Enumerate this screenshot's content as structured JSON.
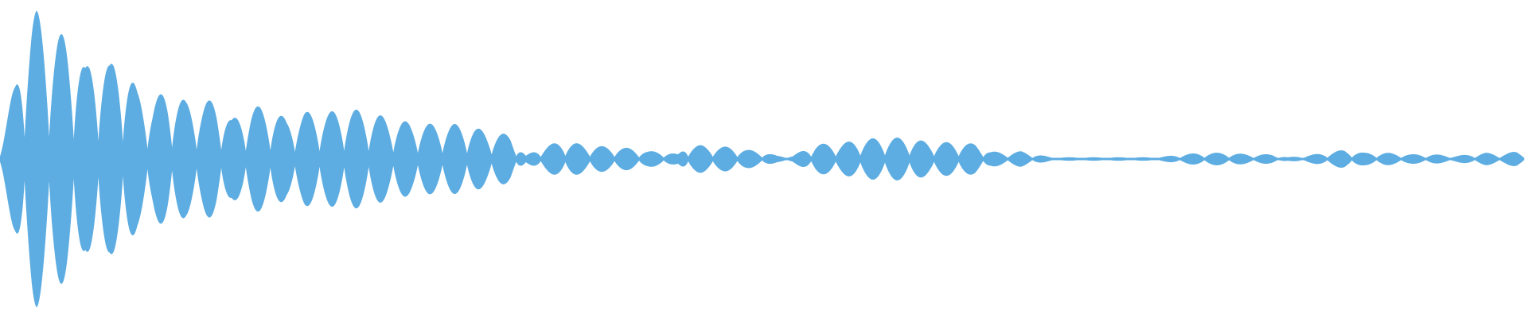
{
  "waveform": {
    "color": "#5dade2",
    "background": "#ffffff",
    "style": "filled-mirrored-envelope",
    "time_range": [
      0,
      1
    ],
    "amplitude_range": [
      -1,
      1
    ],
    "envelope": [
      [
        0.0,
        0.1
      ],
      [
        0.01,
        0.5
      ],
      [
        0.016,
        0.85
      ],
      [
        0.021,
        0.96
      ],
      [
        0.024,
        0.98
      ],
      [
        0.03,
        0.9
      ],
      [
        0.036,
        0.83
      ],
      [
        0.044,
        0.82
      ],
      [
        0.05,
        0.76
      ],
      [
        0.056,
        0.6
      ],
      [
        0.064,
        0.72
      ],
      [
        0.072,
        0.62
      ],
      [
        0.08,
        0.7
      ],
      [
        0.09,
        0.45
      ],
      [
        0.1,
        0.38
      ],
      [
        0.11,
        0.47
      ],
      [
        0.122,
        0.38
      ],
      [
        0.132,
        0.37
      ],
      [
        0.142,
        0.4
      ],
      [
        0.152,
        0.26
      ],
      [
        0.165,
        0.35
      ],
      [
        0.178,
        0.34
      ],
      [
        0.188,
        0.26
      ],
      [
        0.2,
        0.31
      ],
      [
        0.215,
        0.31
      ],
      [
        0.228,
        0.33
      ],
      [
        0.24,
        0.32
      ],
      [
        0.255,
        0.27
      ],
      [
        0.27,
        0.24
      ],
      [
        0.285,
        0.23
      ],
      [
        0.305,
        0.23
      ],
      [
        0.32,
        0.18
      ],
      [
        0.335,
        0.16
      ],
      [
        0.345,
        0.02
      ],
      [
        0.355,
        0.08
      ],
      [
        0.37,
        0.12
      ],
      [
        0.385,
        0.09
      ],
      [
        0.4,
        0.08
      ],
      [
        0.415,
        0.07
      ],
      [
        0.425,
        0.05
      ],
      [
        0.435,
        0.05
      ],
      [
        0.445,
        0.03
      ],
      [
        0.45,
        0.09
      ],
      [
        0.46,
        0.09
      ],
      [
        0.47,
        0.08
      ],
      [
        0.48,
        0.08
      ],
      [
        0.49,
        0.06
      ],
      [
        0.5,
        0.05
      ],
      [
        0.51,
        0.02
      ],
      [
        0.52,
        0.02
      ],
      [
        0.535,
        0.1
      ],
      [
        0.55,
        0.1
      ],
      [
        0.565,
        0.13
      ],
      [
        0.58,
        0.14
      ],
      [
        0.595,
        0.14
      ],
      [
        0.61,
        0.11
      ],
      [
        0.625,
        0.11
      ],
      [
        0.64,
        0.1
      ],
      [
        0.65,
        0.05
      ],
      [
        0.66,
        0.04
      ],
      [
        0.67,
        0.05
      ],
      [
        0.68,
        0.03
      ],
      [
        0.69,
        0.01
      ],
      [
        0.705,
        0.01
      ],
      [
        0.72,
        0.01
      ],
      [
        0.74,
        0.01
      ],
      [
        0.76,
        0.01
      ],
      [
        0.775,
        0.03
      ],
      [
        0.79,
        0.04
      ],
      [
        0.805,
        0.04
      ],
      [
        0.82,
        0.03
      ],
      [
        0.835,
        0.03
      ],
      [
        0.845,
        0.01
      ],
      [
        0.855,
        0.02
      ],
      [
        0.87,
        0.04
      ],
      [
        0.882,
        0.06
      ],
      [
        0.895,
        0.04
      ],
      [
        0.91,
        0.04
      ],
      [
        0.925,
        0.03
      ],
      [
        0.94,
        0.03
      ],
      [
        0.955,
        0.02
      ],
      [
        0.965,
        0.03
      ],
      [
        0.975,
        0.04
      ],
      [
        0.985,
        0.03
      ],
      [
        0.995,
        0.05
      ],
      [
        1.0,
        0.04
      ]
    ],
    "oscillation_cycles": 62
  }
}
